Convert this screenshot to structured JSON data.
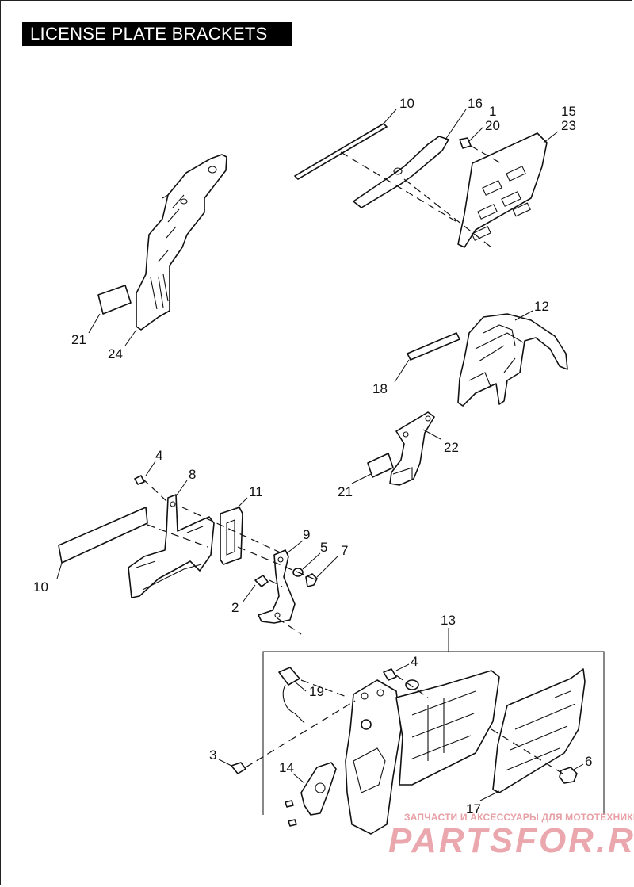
{
  "title": "LICENSE PLATE BRACKETS",
  "callouts": [
    "10",
    "16",
    "1",
    "15",
    "20",
    "23",
    "21",
    "24",
    "12",
    "18",
    "22",
    "21",
    "4",
    "8",
    "11",
    "10",
    "9",
    "5",
    "7",
    "2",
    "13",
    "4",
    "19",
    "3",
    "14",
    "6",
    "17"
  ],
  "watermark": {
    "line1": "ЗАПЧАСТИ И АКСЕССУАРЫ ДЛЯ МОТОТЕХНИКИ",
    "line2": "PARTSFOR.RU",
    "color": "#e48a93"
  }
}
